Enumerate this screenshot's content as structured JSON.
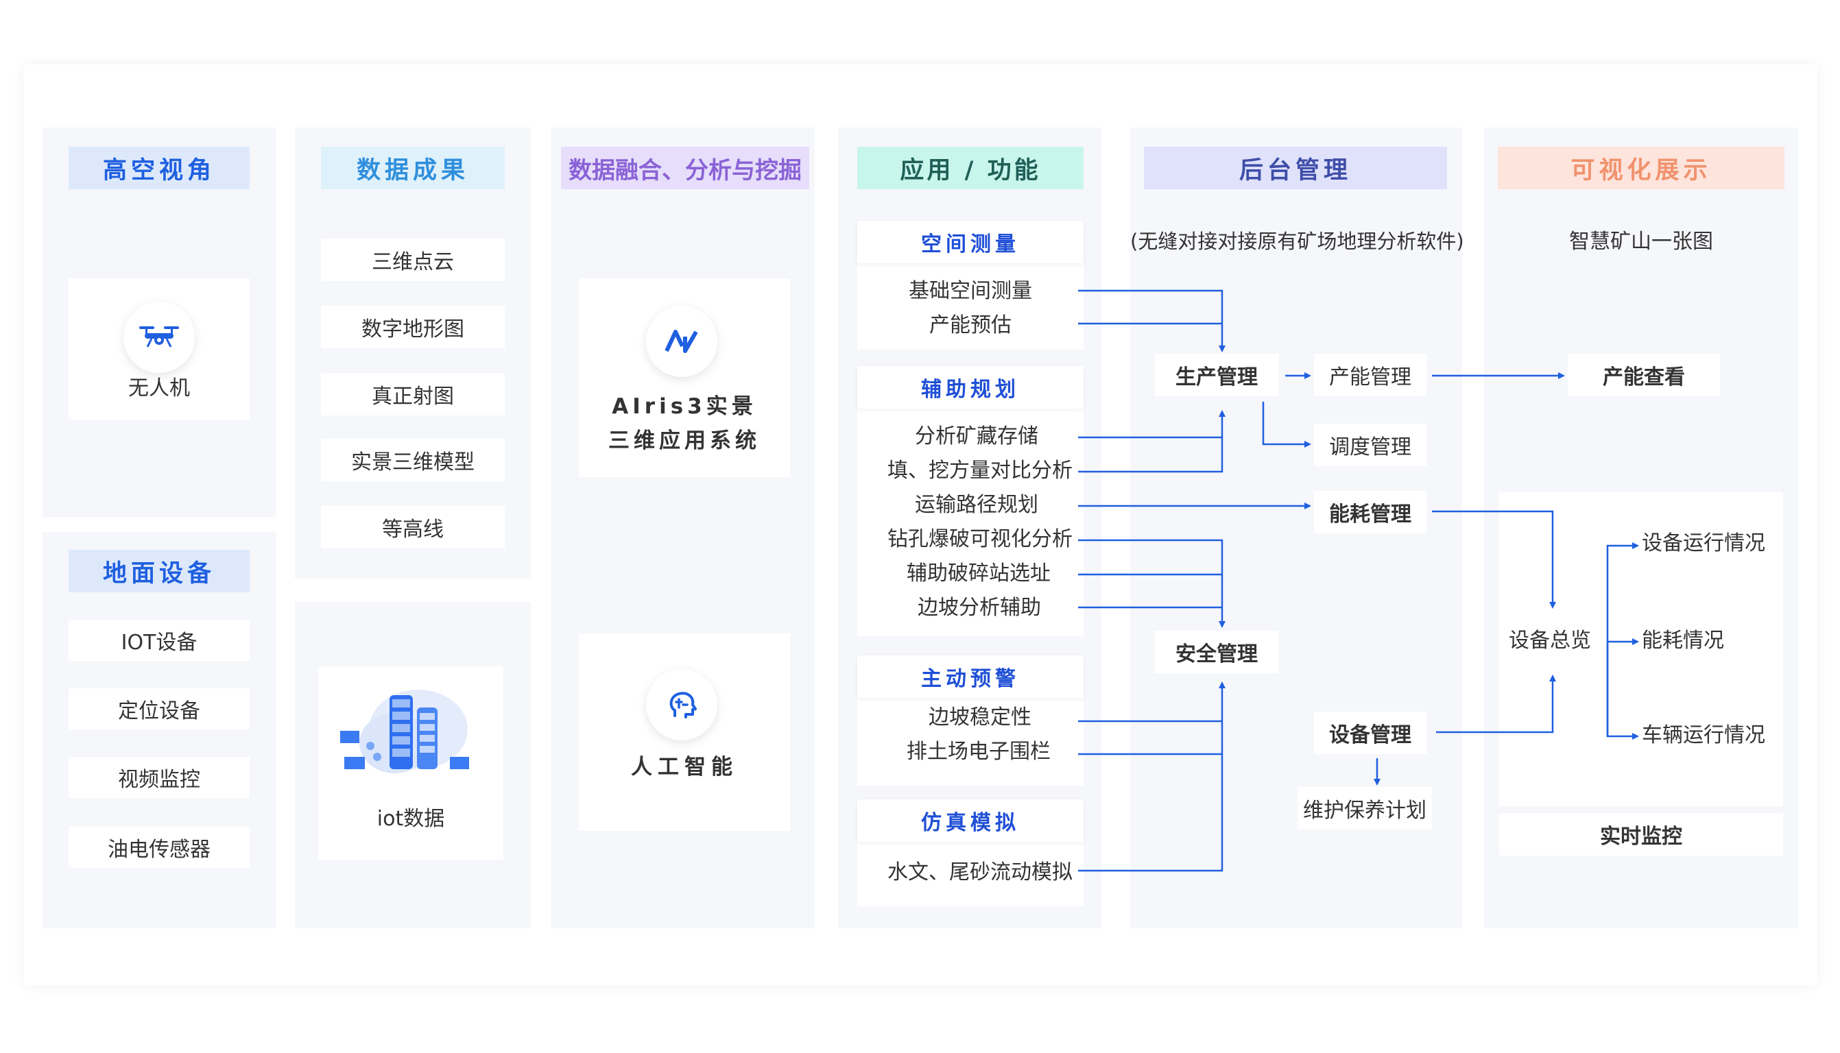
{
  "colors": {
    "accent": "#1f5fe0",
    "header_blue": "#dde9fb",
    "header_cyan": "#dff1fb",
    "header_purple": "#e6defa",
    "header_mint": "#c9f6ec",
    "header_lavender": "#e0e1fb",
    "header_peach": "#fde4dc",
    "peach_text": "#f0926d",
    "purple_text": "#8a62d6",
    "panel_bg": "#f6f7fb"
  },
  "col1": {
    "header_top": "高空视角",
    "drone_icon": "drone-icon",
    "drone_label": "无人机",
    "header_bottom": "地面设备",
    "devices": [
      "IOT设备",
      "定位设备",
      "视频监控",
      "油电传感器"
    ]
  },
  "col2": {
    "header": "数据成果",
    "items": [
      "三维点云",
      "数字地形图",
      "真正射图",
      "实景三维模型",
      "等高线"
    ],
    "iot_icon": "cloud-server-icon",
    "iot_label": "iot数据"
  },
  "col3": {
    "header": "数据融合、分析与挖掘",
    "airis_icon": "airis-logo-icon",
    "airis_line1": "AIris3实景",
    "airis_line2": "三维应用系统",
    "ai_icon": "ai-head-icon",
    "ai_label": "人工智能"
  },
  "col4": {
    "header": "应用 / 功能",
    "groups": [
      {
        "title": "空间测量",
        "items": [
          "基础空间测量",
          "产能预估"
        ]
      },
      {
        "title": "辅助规划",
        "items": [
          "分析矿藏存储",
          "填、挖方量对比分析",
          "运输路径规划",
          "钻孔爆破可视化分析",
          "辅助破碎站选址",
          "边坡分析辅助"
        ]
      },
      {
        "title": "主动预警",
        "items": [
          "边坡稳定性",
          "排土场电子围栏"
        ]
      },
      {
        "title": "仿真模拟",
        "items": [
          "水文、尾砂流动模拟"
        ]
      }
    ]
  },
  "col5": {
    "header": "后台管理",
    "subtitle": "(无缝对接对接原有矿场地理分析软件)",
    "production": "生产管理",
    "capacity": "产能管理",
    "dispatch": "调度管理",
    "energy": "能耗管理",
    "safety": "安全管理",
    "equipment": "设备管理",
    "maintenance": "维护保养计划"
  },
  "col6": {
    "header": "可视化展示",
    "subtitle": "智慧矿山一张图",
    "capacity_view": "产能查看",
    "overview": "设备总览",
    "running": "设备运行情况",
    "energy_status": "能耗情况",
    "vehicle": "车辆运行情况",
    "realtime": "实时监控"
  }
}
